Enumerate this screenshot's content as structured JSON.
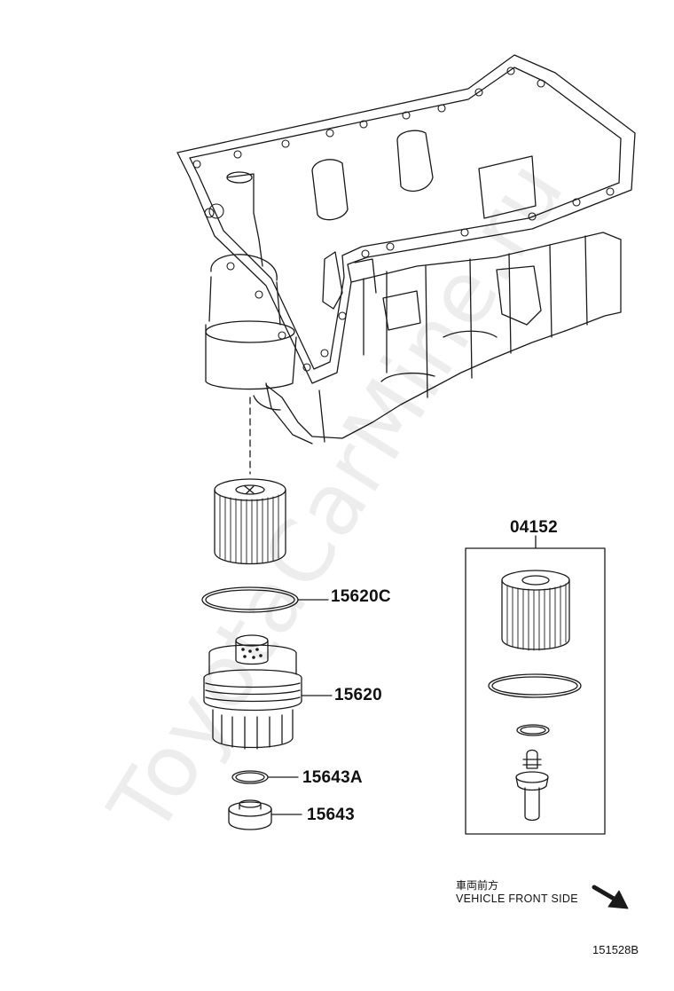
{
  "parts": {
    "gasket_large": "15620C",
    "filter_cap": "15620",
    "plug_gasket": "15643A",
    "drain_plug": "15643",
    "element_kit": "04152"
  },
  "direction": {
    "chinese": "車両前方",
    "english": "VEHICLE FRONT SIDE",
    "arrow_icon": "arrow-down-right-icon"
  },
  "illustration_code": "151528B",
  "watermark": "ToyotaCarMine.ru",
  "colors": {
    "line": "#1a1a1a",
    "background": "#ffffff"
  }
}
